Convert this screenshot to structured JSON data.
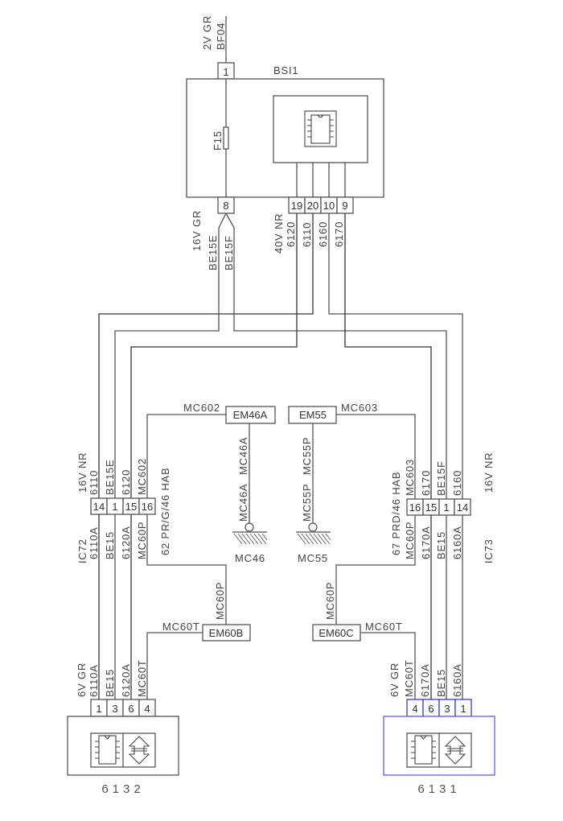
{
  "diagram": {
    "bsi1": {
      "name": "BSI1",
      "fuse": "F15",
      "supply": {
        "pin": "1",
        "connector": "2V GR",
        "wire": "BF04"
      },
      "out": {
        "pin": "8",
        "connector": "16V GR",
        "wires": [
          "BE15E",
          "BE15F"
        ]
      },
      "bus": {
        "connector": "40V NR",
        "pins": [
          "19",
          "20",
          "10",
          "9"
        ],
        "wires": [
          "6120",
          "6110",
          "6160",
          "6170"
        ]
      }
    },
    "ic72": {
      "name": "IC72",
      "connector": "16V NR",
      "pins": [
        "14",
        "1",
        "15",
        "16"
      ],
      "wires_top": [
        "6110",
        "BE15E",
        "6120",
        "MC602"
      ],
      "wires_bottom": [
        "6110A",
        "BE15",
        "6120A",
        "MC60P"
      ],
      "harness": "62 PR/G/46 HAB"
    },
    "ic73": {
      "name": "IC73",
      "connector": "16V NR",
      "pins": [
        "16",
        "15",
        "1",
        "14"
      ],
      "wires_top": [
        "MC603",
        "6170",
        "BE15F",
        "6160"
      ],
      "wires_bottom": [
        "MC60P",
        "6170A",
        "BE15",
        "6160A"
      ],
      "harness": "67 PRD/46 HAB"
    },
    "em46a": {
      "name": "EM46A",
      "wire_in": "MC602",
      "wire_out": "MC46A"
    },
    "em55": {
      "name": "EM55",
      "wire_in": "MC603",
      "wire_out": "MC55P"
    },
    "ground_mc46": {
      "name": "MC46"
    },
    "ground_mc55": {
      "name": "MC55"
    },
    "em60b": {
      "name": "EM60B",
      "wire_in": "MC60P",
      "wire_out": "MC60T"
    },
    "em60c": {
      "name": "EM60C",
      "wire_in": "MC60P",
      "wire_out": "MC60T"
    },
    "ecu_6132": {
      "name": "6132",
      "connector": "6V GR",
      "pins": [
        "1",
        "3",
        "6",
        "4"
      ],
      "wires": [
        "6110A",
        "BE15",
        "6120A",
        "MC60T"
      ]
    },
    "ecu_6131": {
      "name": "6131",
      "connector": "6V GR",
      "pins": [
        "4",
        "6",
        "3",
        "1"
      ],
      "wires": [
        "MC60T",
        "6170A",
        "BE15",
        "6160A"
      ]
    }
  },
  "colors": {
    "wire": "#555555",
    "text": "#444444",
    "selected_component": "#3a3ad6"
  }
}
